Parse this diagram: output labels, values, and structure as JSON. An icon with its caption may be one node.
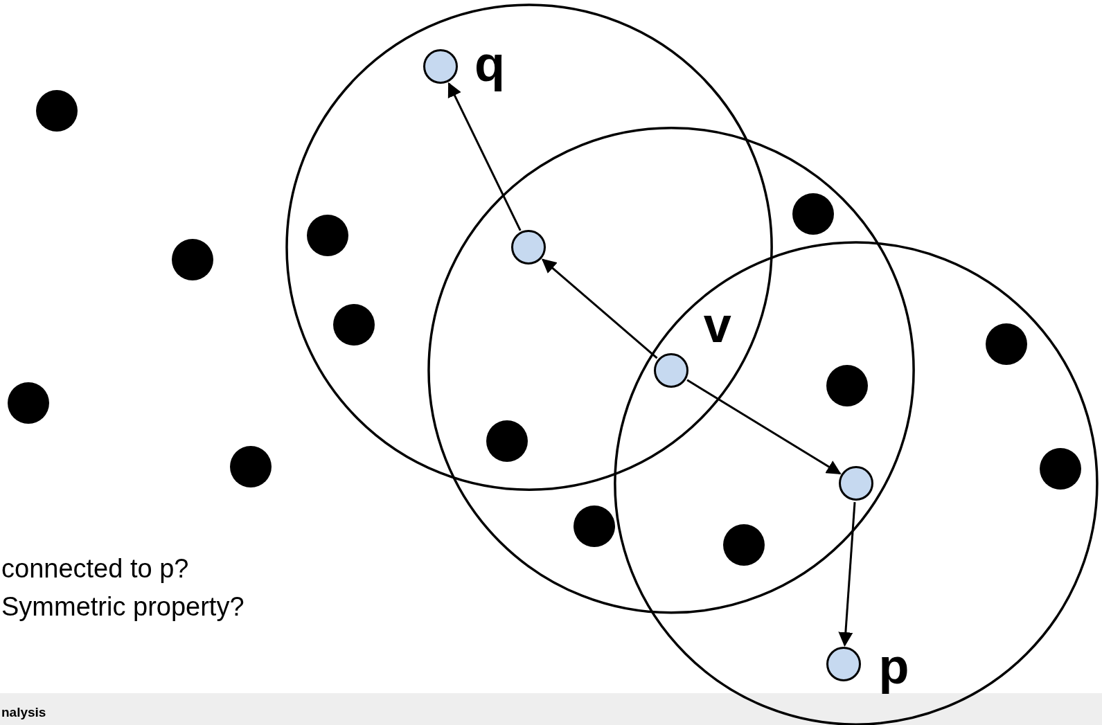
{
  "diagram": {
    "nodes": [
      {
        "text": [],
        "shape": "circle",
        "beside": [
          "q"
        ]
      },
      {
        "text": [],
        "shape": "circle"
      },
      {
        "text": [],
        "shape": "circle"
      },
      {
        "text": [],
        "shape": "circle"
      },
      {
        "text": [],
        "shape": "circle"
      },
      {
        "text": [],
        "shape": "circle"
      },
      {
        "text": [],
        "shape": "circle"
      },
      {
        "text": [],
        "shape": "circle"
      },
      {
        "text": [],
        "shape": "circle",
        "beside": [
          "v"
        ]
      },
      {
        "text": [],
        "shape": "circle"
      },
      {
        "text": [],
        "shape": "circle"
      },
      {
        "text": [],
        "shape": "circle"
      },
      {
        "text": [],
        "shape": "circle"
      },
      {
        "text": [],
        "shape": "circle"
      },
      {
        "text": [],
        "shape": "circle"
      },
      {
        "text": [],
        "shape": "circle"
      },
      {
        "text": [],
        "shape": "circle"
      },
      {
        "text": [],
        "shape": "circle",
        "beside": [
          "p"
        ]
      }
    ],
    "edges": [
      {
        "from": 8,
        "to": 4,
        "arrow": "to"
      },
      {
        "from": 4,
        "to": 0,
        "arrow": "to"
      },
      {
        "from": 8,
        "to": 14,
        "arrow": "to"
      },
      {
        "from": 14,
        "to": 17,
        "arrow": "to"
      }
    ],
    "labels": [
      "connected to p?",
      "Symmetric property?",
      "nalysis"
    ]
  }
}
